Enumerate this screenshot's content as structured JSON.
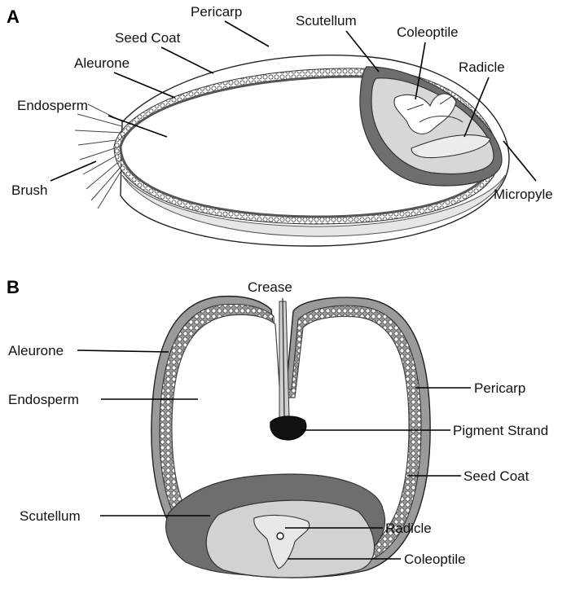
{
  "panels": {
    "a": {
      "letter": "A",
      "labels": {
        "pericarp": "Pericarp",
        "seed_coat": "Seed Coat",
        "scutellum": "Scutellum",
        "coleoptile": "Coleoptile",
        "aleurone": "Aleurone",
        "radicle": "Radicle",
        "endosperm": "Endosperm",
        "brush": "Brush",
        "micropyle": "Micropyle"
      }
    },
    "b": {
      "letter": "B",
      "labels": {
        "crease": "Crease",
        "aleurone": "Aleurone",
        "endosperm": "Endosperm",
        "pericarp": "Pericarp",
        "pigment_strand": "Pigment Strand",
        "seed_coat": "Seed Coat",
        "scutellum": "Scutellum",
        "radicle": "Radicle",
        "coleoptile": "Coleoptile"
      }
    }
  },
  "colors": {
    "scutellum": "#6e6e6e",
    "embryo": "#d2d2d2",
    "pericarp_band": "#9a9a9a",
    "pigment": "#111111",
    "background": "#ffffff"
  }
}
